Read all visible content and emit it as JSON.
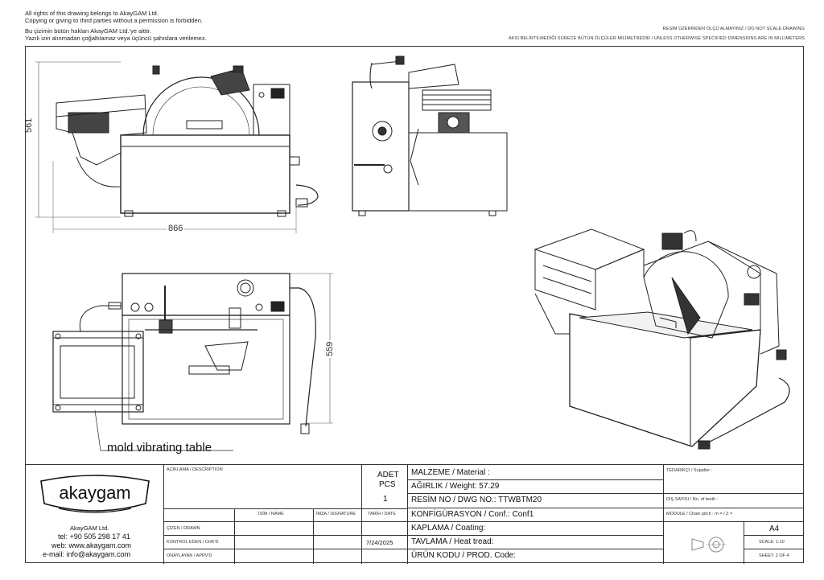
{
  "notices": {
    "left": [
      "All rights of this drawing belongs to AkayGAM Ltd.",
      "Copying or giving to third parties without a permission is forbidden.",
      "Bu çizimin bütün hakları AkayGAM Ltd.'ye aittir.",
      "Yazılı izin alınmadan çoğaltılamaz veya üçüncü şahıslara verilemez."
    ],
    "right_1": "RESİM ÜZERİNDEN ÖLÇÜ ALMAYINIZ / DO NOT SCALE DRAWING",
    "right_2": "AKSİ BELİRTİLMEDİĞİ SÜRECE BÜTÜN ÖLÇÜLER MİLİMETREDİR / UNLESS OTHERWISE SPECIFIED DIMENSIONS ARE IN MILLIMETERS"
  },
  "dimensions": {
    "height_front": "561",
    "width_front": "866",
    "depth_top": "559"
  },
  "caption": "mold vibrating table",
  "company": {
    "logo_text": "akaygam",
    "name": "AkayGAM Ltd.",
    "tel": "tel: +90 505 298 17 41",
    "web": "web: www.akaygam.com",
    "email": "e-mail: info@akaygam.com"
  },
  "title_block": {
    "description_label": "AÇIKLAMA / DESCRIPTION",
    "qty_label_1": "ADET",
    "qty_label_2": "PCS",
    "qty_value": "1",
    "name_col": "İSİM / NAME",
    "signature_col": "İMZA / SIGNATURE",
    "date_col": "TARİH / DATE",
    "drawn": "ÇİZEN / DRAWN",
    "checked": "KONTROL EDEN / CHK'D",
    "approved": "ONAYLAYAN / APPV'D",
    "date_value": "7/24/2025",
    "material": "MALZEME / Material :",
    "weight": "AĞIRLIK / Weight: 57.29",
    "dwg_no": "RESİM NO / DWG NO.: TTWBTM20",
    "conf": "KONFİGÜRASYON / Conf.:  Conf1",
    "coating": "KAPLAMA / Coating:",
    "heat": "TAVLAMA / Heat tread:",
    "prod_code": "ÜRÜN KODU / PROD. Code:",
    "supplier": "TEDARİKÇİ / Supplier :",
    "teeth": "DİŞ SAYISI / No. of teeth :",
    "module": "MODULE / Chain pitch :  m =   / Z =",
    "size": "A4",
    "scale": "SCALE: 1:10",
    "sheet": "SHEET: 2 OF 4"
  }
}
